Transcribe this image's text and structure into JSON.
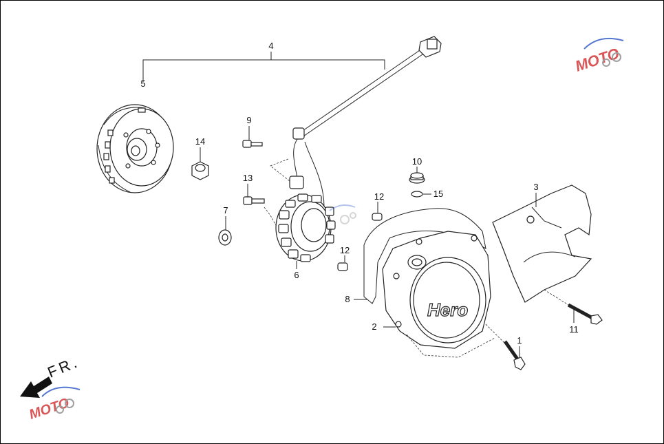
{
  "callouts": [
    "4",
    "5",
    "14",
    "9",
    "13",
    "7",
    "6",
    "10",
    "15",
    "12",
    "12",
    "3",
    "8",
    "2",
    "11",
    "1"
  ],
  "direction_label": "FR.",
  "watermark": {
    "text": "MOTO",
    "colors": {
      "red": "#d12b2b",
      "blue": "#2a55c8",
      "gray": "#888888"
    }
  },
  "brand_mark": "Hero",
  "icons": [
    "direction-arrow-icon",
    "moto-watermark-logo"
  ]
}
